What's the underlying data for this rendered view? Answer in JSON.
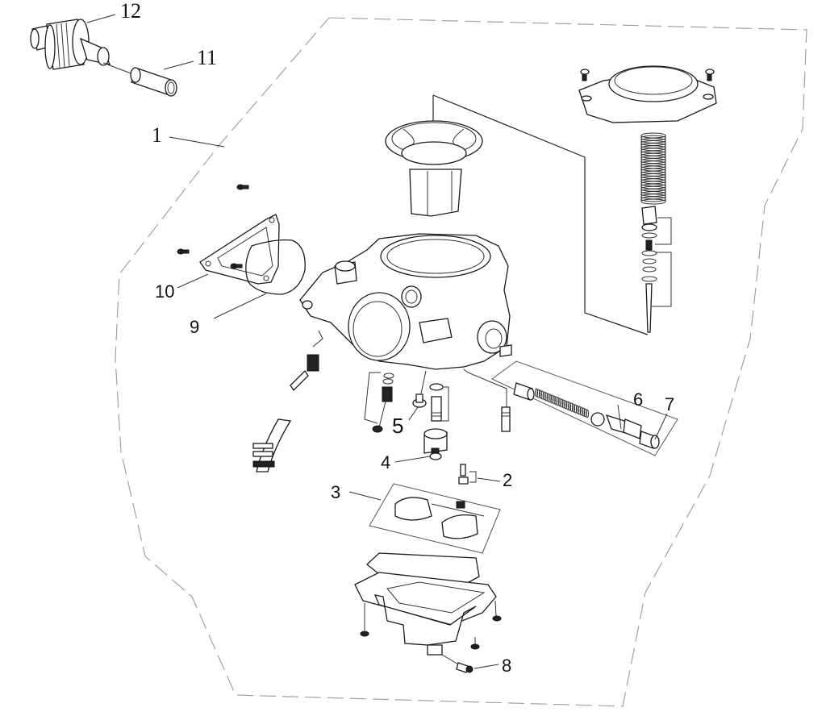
{
  "diagram": {
    "title": "Carburetor assembly exploded view",
    "colors": {
      "line": "#1a1a1a",
      "outline_dash": "#9a9a9a",
      "background": "#ffffff"
    },
    "callouts": [
      {
        "id": "1",
        "label": "1",
        "part": "carburetor-assembly"
      },
      {
        "id": "2",
        "label": "2",
        "part": "float-needle-valve"
      },
      {
        "id": "3",
        "label": "3",
        "part": "float"
      },
      {
        "id": "4",
        "label": "4",
        "part": "main-jet"
      },
      {
        "id": "5",
        "label": "5",
        "part": "slow-jet"
      },
      {
        "id": "6",
        "label": "6",
        "part": "starter-valve-body"
      },
      {
        "id": "7",
        "label": "7",
        "part": "starter-valve-cap"
      },
      {
        "id": "8",
        "label": "8",
        "part": "drain-screw"
      },
      {
        "id": "9",
        "label": "9",
        "part": "o-ring"
      },
      {
        "id": "10",
        "label": "10",
        "part": "cover-plate"
      },
      {
        "id": "11",
        "label": "11",
        "part": "sleeve"
      },
      {
        "id": "12",
        "label": "12",
        "part": "throttle-cable-adjuster"
      }
    ]
  }
}
